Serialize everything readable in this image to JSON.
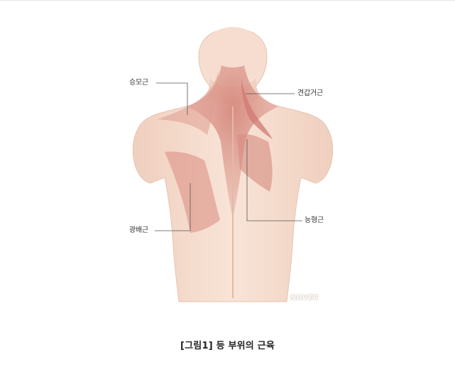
{
  "figure": {
    "labels": {
      "trapezius": "승모근",
      "levator_scapulae": "견갑거근",
      "rhomboid": "능형근",
      "latissimus_dorsi": "광배근"
    },
    "watermark": "NAVER",
    "caption": "[그림1] 등 부위의 근육"
  },
  "colors": {
    "skin": "#f5dccd",
    "skin_shadow": "#e8c2ae",
    "muscle": "#d98f84",
    "label_line": "#555555"
  }
}
